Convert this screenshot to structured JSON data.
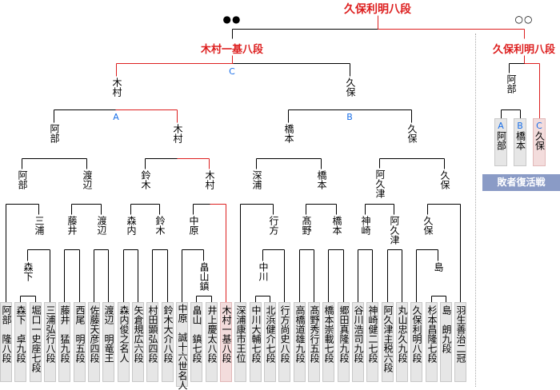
{
  "final": {
    "champion": "久保利明八段",
    "left_finalist": "木村一基八段",
    "right_finalist": "久保利明八段",
    "left_marks": "●●",
    "right_marks": "○○"
  },
  "match_letters": {
    "a": "A",
    "b": "B",
    "c": "C"
  },
  "players": [
    "阿部　隆八段",
    "森下　卓九段",
    "堀口一史座七段",
    "三浦弘行八段",
    "藤井　猛九段",
    "西尾　明五段",
    "佐藤天彦四段",
    "渡辺　明竜王",
    "森内俊之名人",
    "矢倉規広六段",
    "村田顕弘四段",
    "鈴木大介八段",
    "中原　誠十六世名人",
    "畠山　鎮七段",
    "井上慶太八段",
    "木村一基八段",
    "深浦康市王位",
    "中川大輔七段",
    "北浜健介七段",
    "行方尚史八段",
    "高橋道雄九段",
    "髙野秀行五段",
    "橋本崇載七段",
    "郷田真隆九段",
    "谷川浩司九段",
    "神崎健二七段",
    "阿久津主税六段",
    "丸山忠久九段",
    "久保利明八段",
    "杉本昌隆七段",
    "島　朗九段",
    "羽生善治二冠"
  ],
  "winners": [
    "森下",
    "三浦",
    "阿部",
    "藤井",
    "渡辺",
    "渡辺",
    "森内",
    "鈴木",
    "鈴木",
    "畠山鎮",
    "中原",
    "木村",
    "阿部",
    "木村",
    "木村",
    "中川",
    "行方",
    "深浦",
    "髙野",
    "橋本",
    "橋本",
    "神崎",
    "阿久津",
    "阿久津",
    "島",
    "久保",
    "久保",
    "久保",
    "橋本",
    "久保"
  ],
  "repechage": {
    "title": "敗者復活戦",
    "winner": "阿部",
    "entries": [
      {
        "letter": "A",
        "name": "阿部"
      },
      {
        "letter": "B",
        "name": "橋本"
      },
      {
        "letter": "C",
        "name": "久保"
      }
    ]
  },
  "colors": {
    "win_line": "#dd1f1f",
    "letter": "#1a6fe8",
    "banner": "#8a9bc6"
  }
}
